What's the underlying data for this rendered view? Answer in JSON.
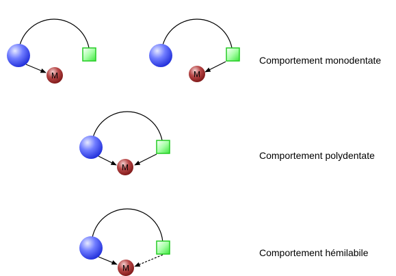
{
  "labels": {
    "row1": "Comportement monodentate",
    "row2": "Comportement polydentate",
    "row3": "Comportement hémilabile"
  },
  "metal_symbol": "M",
  "colors": {
    "donor_sphere": "#3a4ff0",
    "donor_square": "#3ef23e",
    "metal_center": "#a82a2a",
    "line": "#000000"
  },
  "icons": {
    "donor_a": "blue-sphere",
    "donor_b": "green-square",
    "metal": "red-sphere-labeled-m"
  }
}
